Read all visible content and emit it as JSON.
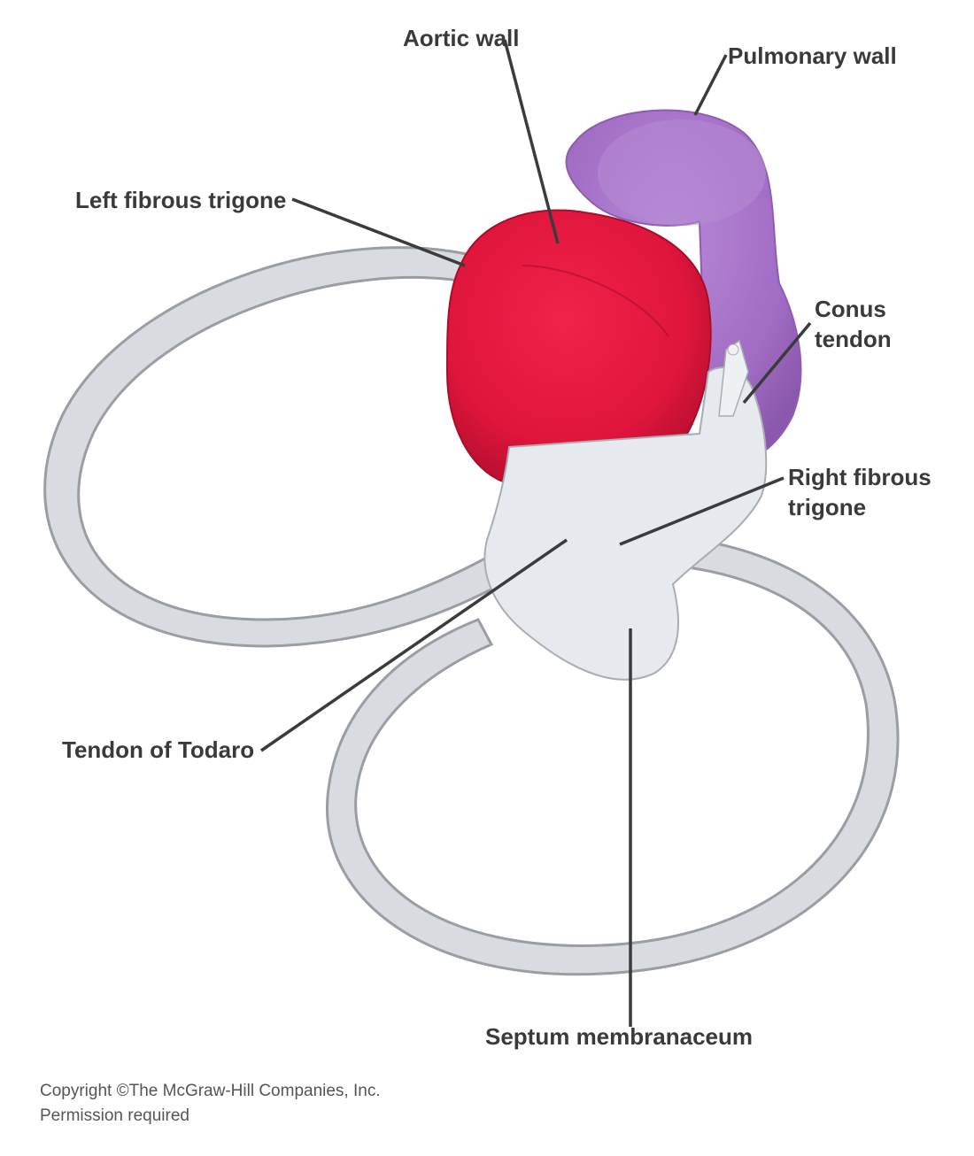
{
  "colors": {
    "aortic_wall": "#e3173f",
    "pulmonary_wall": "#a873c8",
    "connective_tissue": "#e6eaee",
    "fibrous_ring": "#d7dadf",
    "ring_outline": "#9b9ea4"
  },
  "labels": {
    "aortic_wall": "Aortic wall",
    "pulmonary_wall": "Pulmonary wall",
    "left_fibrous_trigone": "Left fibrous trigone",
    "conus_tendon_line1": "Conus",
    "conus_tendon_line2": "tendon",
    "right_fibrous_trigone_line1": "Right fibrous",
    "right_fibrous_trigone_line2": "trigone",
    "tendon_of_todaro": "Tendon of Todaro",
    "septum_membranaceum": "Septum membranaceum"
  },
  "credit": {
    "line1": "Copyright ©The McGraw-Hill Companies, Inc.",
    "line2": "Permission required"
  }
}
